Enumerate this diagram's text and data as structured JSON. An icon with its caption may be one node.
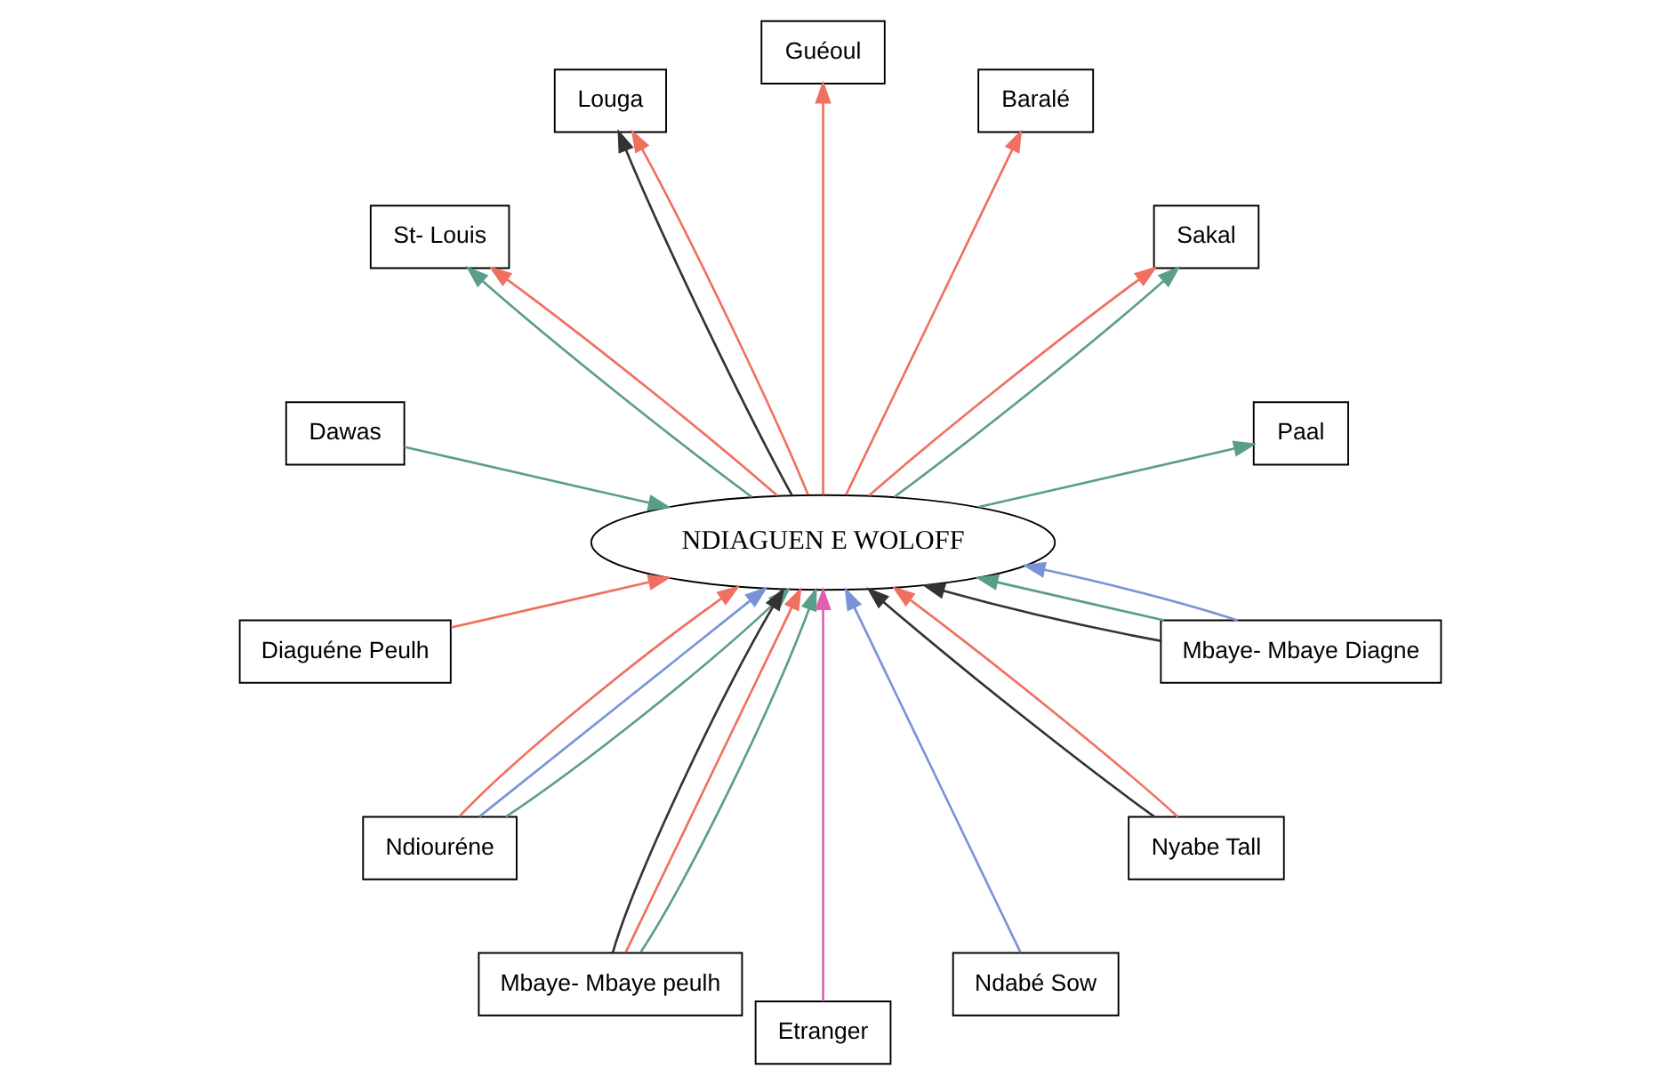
{
  "diagram": {
    "nodes": [
      {
        "text": [
          "NDIAGUEN E WOLOFF"
        ]
      },
      {
        "text": [
          "Dawas"
        ]
      },
      {
        "text": [
          "Diaguéne Peulh"
        ]
      },
      {
        "text": [
          "Paal"
        ]
      },
      {
        "text": [
          "Sakal"
        ]
      },
      {
        "text": [
          "Baralé"
        ]
      },
      {
        "text": [
          "Ndiouréne"
        ]
      },
      {
        "text": [
          "Guéoul"
        ]
      },
      {
        "text": [
          "Louga"
        ]
      },
      {
        "text": [
          "Mbaye- Mbaye peulh"
        ]
      },
      {
        "text": [
          "Etranger"
        ]
      },
      {
        "text": [
          "Ndabé Sow"
        ]
      },
      {
        "text": [
          "Nyabe Tall"
        ]
      },
      {
        "text": [
          "Mbaye- Mbaye Diagne"
        ]
      },
      {
        "text": [
          "St- Louis"
        ]
      }
    ],
    "edges": [
      {
        "from": 1,
        "to": 0,
        "arrow": "to",
        "color": "#5a9e8a"
      },
      {
        "from": 0,
        "to": 14,
        "arrow": "to",
        "color": "#5a9e8a"
      },
      {
        "from": 0,
        "to": 14,
        "arrow": "to"
      },
      {
        "from": 13,
        "to": 0,
        "arrow": "to",
        "color": "#333333"
      },
      {
        "from": 13,
        "to": 0,
        "arrow": "to",
        "color": "#7a93d8"
      },
      {
        "from": 13,
        "to": 0,
        "arrow": "to",
        "color": "#5a9e8a"
      },
      {
        "from": 12,
        "to": 0,
        "arrow": "to",
        "color": "#333333"
      },
      {
        "from": 12,
        "to": 0,
        "arrow": "to"
      },
      {
        "from": 11,
        "to": 0,
        "arrow": "to",
        "color": "#7a93d8"
      },
      {
        "from": 10,
        "to": 0,
        "arrow": "to",
        "color": "#e060b0"
      },
      {
        "from": 9,
        "to": 0,
        "arrow": "to",
        "color": "#333333"
      },
      {
        "from": 9,
        "to": 0,
        "arrow": "to",
        "color": "#5a9e8a"
      },
      {
        "from": 9,
        "to": 0,
        "arrow": "to"
      },
      {
        "from": 0,
        "to": 8,
        "arrow": "to",
        "color": "#333333"
      },
      {
        "from": 0,
        "to": 8,
        "arrow": "to"
      },
      {
        "from": 0,
        "to": 7,
        "arrow": "to"
      },
      {
        "from": 6,
        "to": 0,
        "arrow": "to"
      },
      {
        "from": 6,
        "to": 0,
        "arrow": "to",
        "color": "#5a9e8a"
      },
      {
        "from": 6,
        "to": 0,
        "arrow": "to",
        "color": "#7a93d8"
      },
      {
        "from": 0,
        "to": 5,
        "arrow": "to"
      },
      {
        "from": 0,
        "to": 4,
        "arrow": "to"
      },
      {
        "from": 0,
        "to": 4,
        "arrow": "to",
        "color": "#5a9e8a"
      },
      {
        "from": 0,
        "to": 3,
        "arrow": "to",
        "color": "#5a9e8a"
      },
      {
        "from": 2,
        "to": 0,
        "arrow": "to"
      }
    ]
  }
}
